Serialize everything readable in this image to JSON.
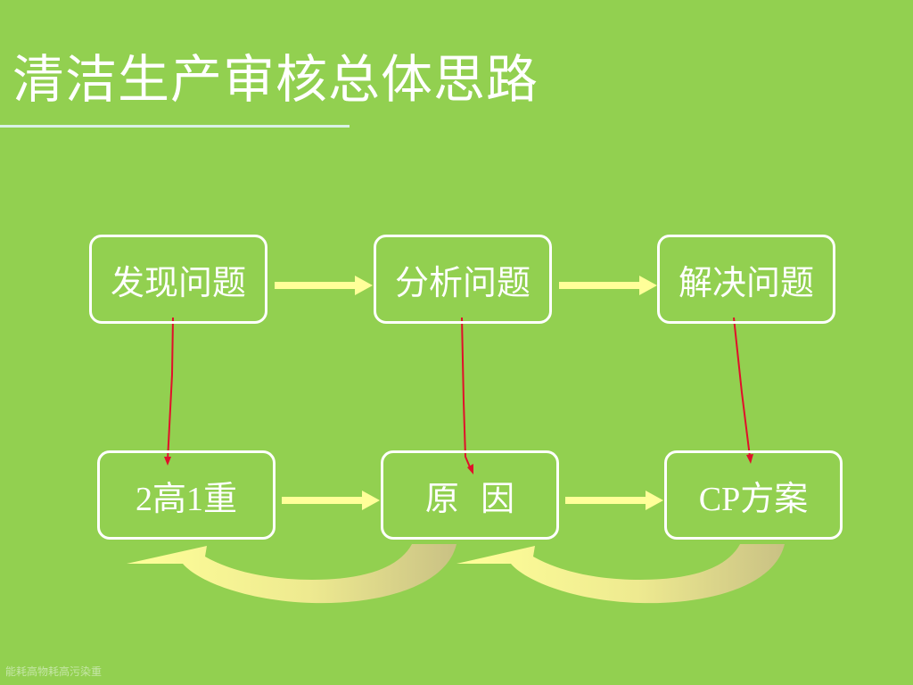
{
  "title": "清洁生产审核总体思路",
  "top_row": [
    "发现问题",
    "分析问题",
    "解决问题"
  ],
  "bottom_row": [
    "2高1重",
    "原  因",
    "CP方案"
  ],
  "footer": "能耗高物耗高污染重",
  "colors": {
    "background": "#92d050",
    "box_border": "#ffffff",
    "arrow_yellow": "#ffff99",
    "arrow_red": "#e0102a",
    "curved_arrow_tan": "#c8c48a"
  }
}
